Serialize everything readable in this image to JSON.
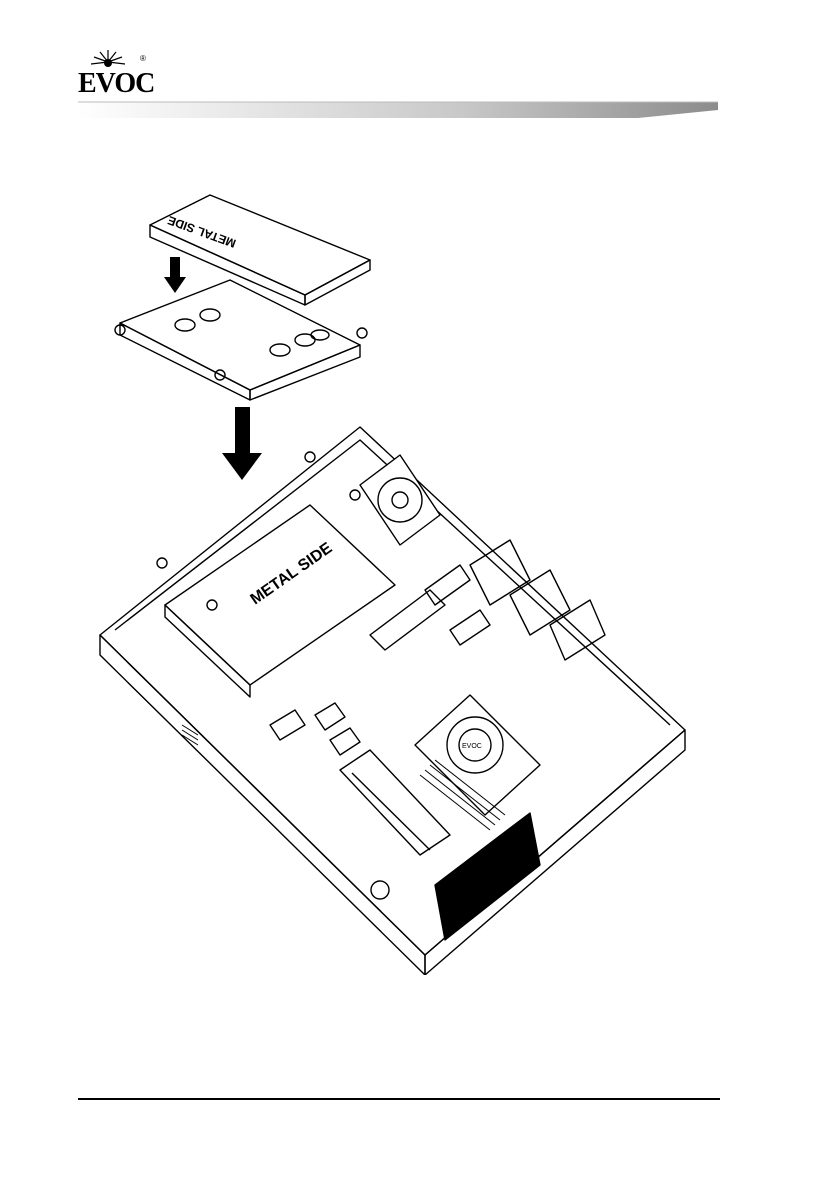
{
  "header": {
    "logo_text": "EVOC",
    "registered_mark": "®"
  },
  "figure": {
    "hdd_top_label": "METAL SIDE",
    "hdd_installed_label": "METAL SIDE",
    "fan_chip_label": "EVOC"
  },
  "colors": {
    "ink": "#000000",
    "header_gradient_start": "#ffffff",
    "header_gradient_end": "#8c8c8c"
  }
}
